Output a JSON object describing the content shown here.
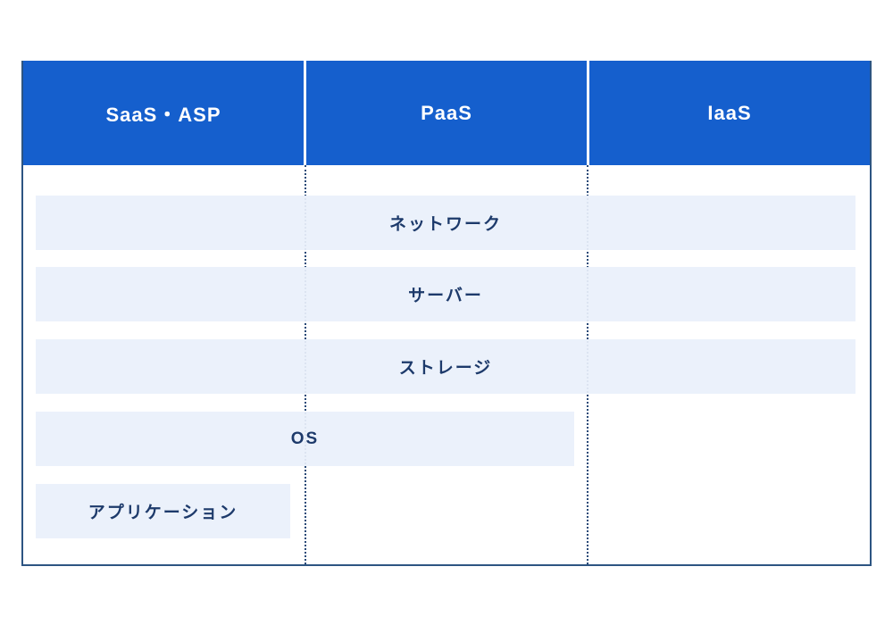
{
  "table": {
    "columns": [
      {
        "label": "SaaS・ASP"
      },
      {
        "label": "PaaS"
      },
      {
        "label": "IaaS"
      }
    ],
    "rows": [
      {
        "label": "ネットワーク",
        "span": "saas-paas-iaas"
      },
      {
        "label": "サーバー",
        "span": "saas-paas-iaas"
      },
      {
        "label": "ストレージ",
        "span": "saas-paas-iaas"
      },
      {
        "label": "OS",
        "span": "saas-paas"
      },
      {
        "label": "アプリケーション",
        "span": "saas-only"
      }
    ],
    "colors": {
      "header_bg": "#155FCD",
      "header_text": "#FFFFFF",
      "bar_bg": "#E9F0FB",
      "bar_text": "#1D3A6B",
      "outer_border": "#2D5582",
      "dotted_divider": "#2A4A78",
      "page_bg": "#FFFFFF"
    }
  }
}
